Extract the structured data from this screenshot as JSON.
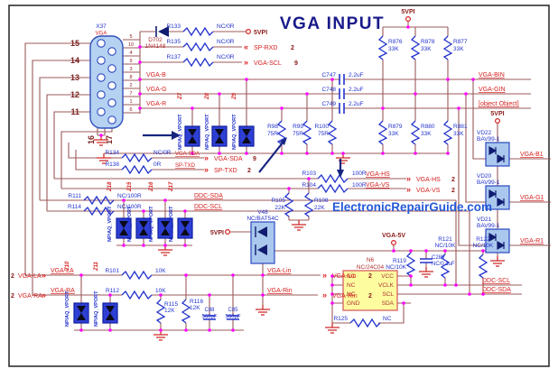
{
  "title": "VGA INPUT",
  "watermark": "ElectronicRepairGuide.com",
  "colors": {
    "wire": "#9c5a5a",
    "component": "#2232cc",
    "net_label": "#d42020",
    "power_label": "#8b1a1a",
    "junction": "#ff00ff",
    "title": "#181a8a",
    "watermark": "#2459d8",
    "chip_fill": "#fdfda0",
    "vport_fill": "#2e3fd4",
    "connector_fill": "#b6d2f2"
  },
  "power": {
    "p5vpi": "5VPI",
    "vga5v": "VGA-5V"
  },
  "connector": {
    "ref": "X37",
    "type": "VGA",
    "left_pins": [
      "15",
      "14",
      "13",
      "12",
      "11"
    ],
    "bottom_pins": [
      "16",
      "17"
    ],
    "right_pins": [
      "5",
      "10",
      "4",
      "9",
      "3",
      "8",
      "2",
      "7",
      "1",
      "6"
    ]
  },
  "parts": {
    "d702": {
      "ref": "D702",
      "val": "1N4148"
    },
    "r133": {
      "ref": "R133",
      "val": "NC/0R"
    },
    "r135": {
      "ref": "R135",
      "val": "NC/0R"
    },
    "r137": {
      "ref": "R137",
      "val": "NC/0R"
    },
    "r876": {
      "ref": "R876",
      "val": "33K"
    },
    "r878": {
      "ref": "R878",
      "val": "33K"
    },
    "r877": {
      "ref": "R877",
      "val": "33K"
    },
    "c747": {
      "ref": "C747",
      "val": "2.2uF"
    },
    "c748": {
      "ref": "C748",
      "val": "2.2uF"
    },
    "c749": {
      "ref": "C749",
      "val": "2.2uF"
    },
    "r879": {
      "ref": "R879",
      "val": "33K"
    },
    "r880": {
      "ref": "R880",
      "val": "33K"
    },
    "r881": {
      "ref": "R881",
      "val": "33K"
    },
    "z7": {
      "ref": "Z7",
      "val": "NP/AQ_VPORT"
    },
    "z8": {
      "ref": "Z8",
      "val": "NP/AQ_VPORT"
    },
    "z9": {
      "ref": "Z9",
      "val": "NP/AQ_VPORT"
    },
    "r98": {
      "ref": "R98",
      "val": "75R"
    },
    "r99": {
      "ref": "R99",
      "val": "75R"
    },
    "r100": {
      "ref": "R100",
      "val": "75R"
    },
    "r134": {
      "ref": "R134",
      "val": "NC/0R"
    },
    "r138": {
      "ref": "R138",
      "val": "0R"
    },
    "r111": {
      "ref": "R111",
      "val": "NC/100R"
    },
    "r114": {
      "ref": "R114",
      "val": "NC/100R"
    },
    "z18": {
      "ref": "Z18",
      "val": "NP/AQ_VPORT"
    },
    "z15": {
      "ref": "Z15",
      "val": "NP/AQ_VPORT"
    },
    "z16": {
      "ref": "Z16",
      "val": "NP/AQ_VPORT"
    },
    "z17": {
      "ref": "Z17",
      "val": "NP/AQ_VPORT"
    },
    "r103": {
      "ref": "R103",
      "val": "100R"
    },
    "r104": {
      "ref": "R104",
      "val": "100R"
    },
    "r105": {
      "ref": "R105",
      "val": "22K"
    },
    "r108": {
      "ref": "R108",
      "val": "22K"
    },
    "v48": {
      "ref": "V48",
      "val": "NC/BAT54C"
    },
    "vd22": {
      "ref": "VD22",
      "val": "BAV99-1"
    },
    "vd20": {
      "ref": "VD20",
      "val": "BAV99-1"
    },
    "vd21": {
      "ref": "VD21",
      "val": "BAV99-1"
    },
    "n6": {
      "ref": "N6",
      "val": "NC/24C04",
      "left_pins": [
        "NC",
        "NC",
        "NC",
        "GND"
      ],
      "right_pins": [
        "VCC",
        "VCLK",
        "SCL",
        "SDA"
      ]
    },
    "r119": {
      "ref": "R119",
      "val": "NC/10K"
    },
    "c280": {
      "ref": "C280",
      "val": "NC/0.1uF"
    },
    "r121": {
      "ref": "R121",
      "val": "NC/10K"
    },
    "r122": {
      "ref": "R122",
      "val": "NC/10K"
    },
    "r125": {
      "ref": "R125",
      "val": "NC"
    },
    "r101": {
      "ref": "R101",
      "val": "10K"
    },
    "r112": {
      "ref": "R112",
      "val": "10K"
    },
    "r115": {
      "ref": "R115",
      "val": "12K"
    },
    "r116": {
      "ref": "R116",
      "val": "12K"
    },
    "c88": {
      "ref": "C88",
      "val": "560pF"
    },
    "c85": {
      "ref": "C85",
      "val": "560pF"
    },
    "z10": {
      "ref": "Z10",
      "val": "NP/AQ_VPORT"
    },
    "z11": {
      "ref": "Z11",
      "val": "NP/AQ_VPORT"
    }
  },
  "nets": {
    "vga_b": "VGA-B",
    "vga_g": "VGA-G",
    "vga_r": "VGA-R",
    "vga_bin": "VGA-BIN",
    "vga_gin": "VGA-GIN",
    "vga_rin": {
      "name": "VGA-Rin",
      "pin": "2"
    },
    "vga_b1": "VGA-B1",
    "vga_g1": "VGA-G1",
    "vga_r1": "VGA-R1",
    "sp_rxd": {
      "name": "SP-RXD",
      "pin": "2"
    },
    "vga_scl": {
      "name": "VGA-SCL",
      "pin": "9"
    },
    "vga_sda": {
      "name": "VGA-SDA",
      "pin": "9"
    },
    "sp_txd": {
      "name": "SP-TXD",
      "pin": "2"
    },
    "vga_hs": {
      "name": "VGA-HS",
      "pin": "2"
    },
    "vga_vs": {
      "name": "VGA-VS",
      "pin": "2"
    },
    "ddc_sda": "DDC-SDA",
    "ddc_scl": "DDC-SCL",
    "vga_la": {
      "name": "VGA-LA",
      "pin": "2"
    },
    "vga_ra": {
      "name": "VGA-RA",
      "pin": "2"
    },
    "vga_lin": {
      "name": "VGA-Lin",
      "pin": "2"
    }
  },
  "glyphs": {
    "chev_r": "»",
    "chev_l": "«"
  }
}
